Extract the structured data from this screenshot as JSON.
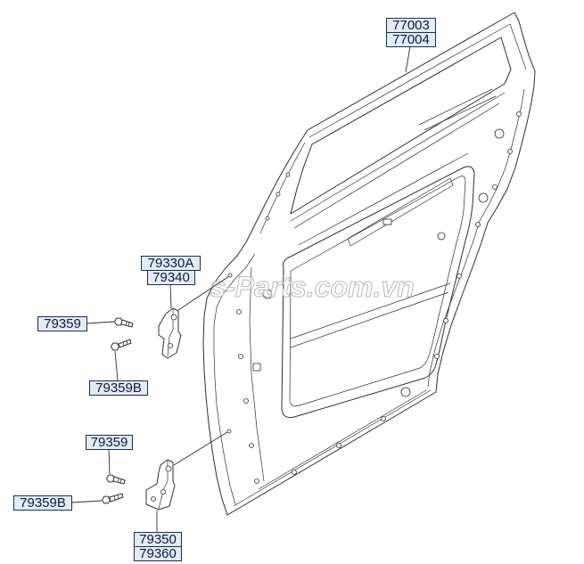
{
  "watermark": "s-Parts.com.vn",
  "callouts": {
    "door_panel": [
      "77003",
      "77004"
    ],
    "upper_hinge": [
      "79330A",
      "79340"
    ],
    "upper_hinge_bolt": "79359",
    "upper_hinge_bolt_b": "79359B",
    "lower_hinge_bolt": "79359",
    "lower_hinge_bolt_b": "79359B",
    "lower_hinge": [
      "79350",
      "79360"
    ]
  },
  "colors": {
    "line": "#2e2e2e",
    "label_fill": "#e2ebf6",
    "label_border": "#1f2d4a",
    "label_text": "#0d1b36",
    "watermark": "#b8b8b8"
  }
}
